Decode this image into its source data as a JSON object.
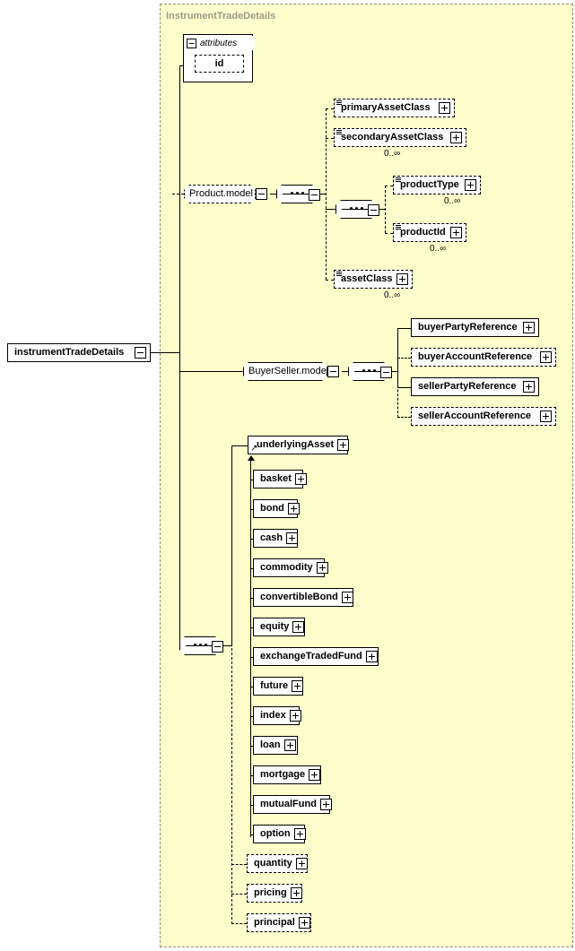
{
  "diagram": {
    "type": "xsd-schema-diagram",
    "panel_title": "InstrumentTradeDetails",
    "root_element": {
      "label": "instrumentTradeDetails",
      "toggle": "minus",
      "required": true
    },
    "attributes_section": {
      "title": "attributes",
      "toggle": "minus",
      "items": [
        {
          "label": "id",
          "required": false
        }
      ]
    },
    "models": {
      "product": {
        "label": "Product.model",
        "required": false,
        "toggle": "minus",
        "compositor": "sequence",
        "children": [
          {
            "label": "primaryAssetClass",
            "required": false,
            "toggle": "plus",
            "occurs": ""
          },
          {
            "label": "secondaryAssetClass",
            "required": false,
            "toggle": "plus",
            "occurs": "0..∞"
          },
          {
            "label": "assetClass",
            "required": false,
            "toggle": "plus",
            "occurs": "0..∞"
          }
        ],
        "nested_sequence": {
          "compositor": "sequence",
          "toggle": "minus",
          "children": [
            {
              "label": "productType",
              "required": false,
              "toggle": "plus",
              "occurs": "0..∞"
            },
            {
              "label": "productId",
              "required": false,
              "toggle": "plus",
              "occurs": "0..∞"
            }
          ]
        }
      },
      "buyer_seller": {
        "label": "BuyerSeller.model",
        "required": true,
        "toggle": "minus",
        "compositor": "sequence",
        "children": [
          {
            "label": "buyerPartyReference",
            "required": true,
            "toggle": "plus"
          },
          {
            "label": "buyerAccountReference",
            "required": false,
            "toggle": "plus"
          },
          {
            "label": "sellerPartyReference",
            "required": true,
            "toggle": "plus"
          },
          {
            "label": "sellerAccountReference",
            "required": false,
            "toggle": "plus"
          }
        ]
      }
    },
    "main_sequence": {
      "compositor": "sequence",
      "toggle": "minus",
      "substitution_head": {
        "label": "underlyingAsset",
        "required": true,
        "toggle": "plus"
      },
      "substitution_members": [
        {
          "label": "basket",
          "required": true,
          "toggle": "plus"
        },
        {
          "label": "bond",
          "required": true,
          "toggle": "plus"
        },
        {
          "label": "cash",
          "required": true,
          "toggle": "plus"
        },
        {
          "label": "commodity",
          "required": true,
          "toggle": "plus"
        },
        {
          "label": "convertibleBond",
          "required": true,
          "toggle": "plus"
        },
        {
          "label": "equity",
          "required": true,
          "toggle": "plus"
        },
        {
          "label": "exchangeTradedFund",
          "required": true,
          "toggle": "plus"
        },
        {
          "label": "future",
          "required": true,
          "toggle": "plus"
        },
        {
          "label": "index",
          "required": true,
          "toggle": "plus"
        },
        {
          "label": "loan",
          "required": true,
          "toggle": "plus"
        },
        {
          "label": "mortgage",
          "required": true,
          "toggle": "plus"
        },
        {
          "label": "mutualFund",
          "required": true,
          "toggle": "plus"
        },
        {
          "label": "option",
          "required": true,
          "toggle": "plus"
        }
      ],
      "optional_elements": [
        {
          "label": "quantity",
          "required": false,
          "toggle": "plus"
        },
        {
          "label": "pricing",
          "required": false,
          "toggle": "plus"
        },
        {
          "label": "principal",
          "required": false,
          "toggle": "plus"
        }
      ]
    },
    "colors": {
      "panel_background": "#ffffcc",
      "panel_border": "#8a8a8a",
      "title_text": "#9a9a86",
      "line": "#000000",
      "shadow": "#b4b4b4",
      "node_background": "#ffffff"
    }
  }
}
